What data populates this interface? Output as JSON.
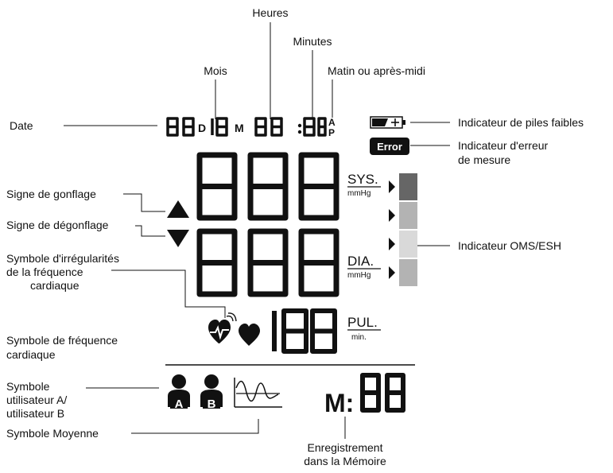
{
  "labels": {
    "heures": "Heures",
    "minutes": "Minutes",
    "mois": "Mois",
    "matin": "Matin ou après-midi",
    "date": "Date",
    "piles": "Indicateur de piles faibles",
    "erreur_1": "Indicateur d'erreur",
    "erreur_2": "de mesure",
    "gonflage": "Signe de gonflage",
    "degonflage": "Signe de dégonflage",
    "irreg_1": "Symbole d'irrégularités",
    "irreg_2": "de la fréquence",
    "irreg_3": "cardiaque",
    "oms": "Indicateur OMS/ESH",
    "freq_1": "Symbole de fréquence",
    "freq_2": "cardiaque",
    "user_1": "Symbole",
    "user_2": "utilisateur A/",
    "user_3": "utilisateur B",
    "moyenne": "Symbole Moyenne",
    "memoire_1": "Enregistrement",
    "memoire_2": "dans la Mémoire"
  },
  "lcd": {
    "date_d": "D",
    "date_m": "M",
    "am": "A",
    "pm": "P",
    "error": "Error",
    "sys": "SYS.",
    "dia": "DIA.",
    "pul": "PUL.",
    "mmhg": "mmHg",
    "min": "min.",
    "user_a": "A",
    "user_b": "B",
    "memory": "M:"
  },
  "icons": [
    "battery-icon",
    "error-badge",
    "inflate-arrow-icon",
    "deflate-arrow-icon",
    "irregular-heartbeat-icon",
    "heart-icon",
    "user-a-icon",
    "user-b-icon",
    "average-wave-icon"
  ],
  "colors": {
    "oms_bars": [
      "#666666",
      "#b3b3b3",
      "#d9d9d9",
      "#b3b3b3"
    ]
  }
}
